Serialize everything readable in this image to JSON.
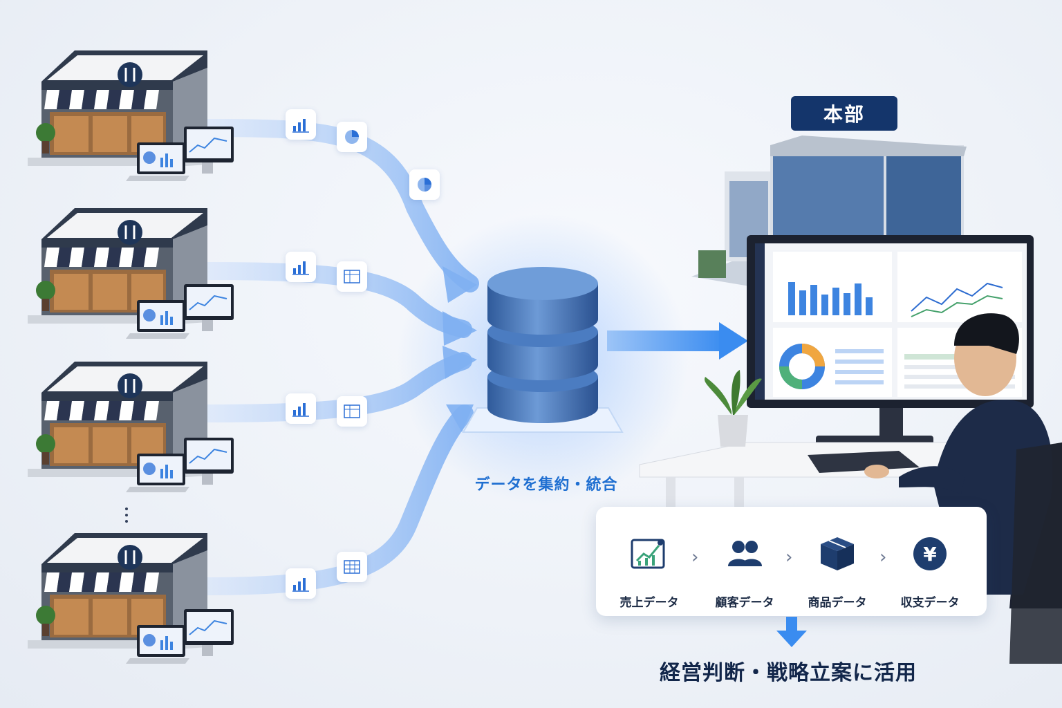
{
  "hq": {
    "label": "本部"
  },
  "database": {
    "label": "データを集約・統合"
  },
  "data_types": [
    {
      "icon": "sales-chart-icon",
      "label": "売上データ"
    },
    {
      "icon": "customers-icon",
      "label": "顧客データ"
    },
    {
      "icon": "product-box-icon",
      "label": "商品データ"
    },
    {
      "icon": "yen-coin-icon",
      "label": "収支データ"
    }
  ],
  "conclusion": {
    "label": "経営判断・戦略立案に活用"
  },
  "colors": {
    "accent_blue": "#1f6fd1",
    "navy": "#14356b",
    "flow_blue": "#8fbaf5",
    "db_blue": "#3e6fb5"
  }
}
